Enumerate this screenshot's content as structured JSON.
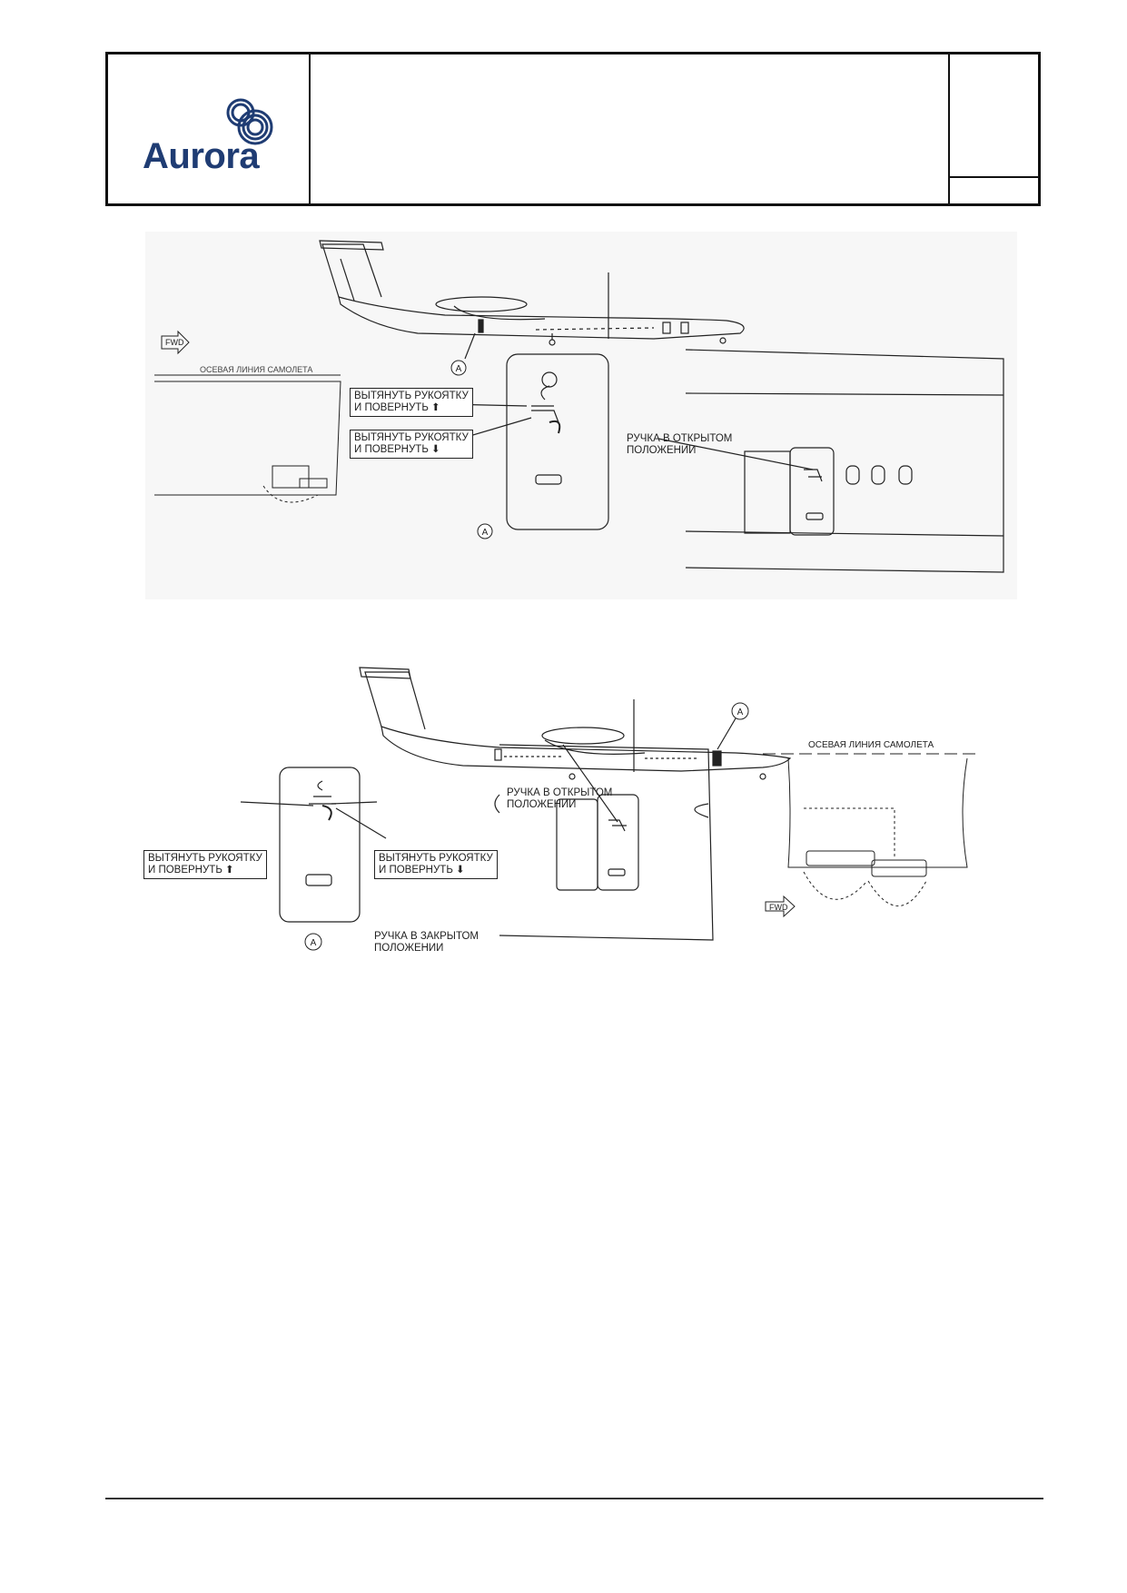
{
  "header": {
    "logo_text": "Aurora",
    "brand_color": "#1f3c73"
  },
  "figure_top": {
    "callout": "A",
    "fwd": "FWD",
    "centerline": "ОСЕВАЯ ЛИНИЯ САМОЛЕТА",
    "pull_up": [
      "ВЫТЯНУТЬ РУКОЯТКУ",
      "И ПОВЕРНУТЬ ⬆"
    ],
    "pull_down": [
      "ВЫТЯНУТЬ РУКОЯТКУ",
      "И ПОВЕРНУТЬ ⬇"
    ],
    "handle_open": [
      "РУЧКА В ОТКРЫТОМ",
      "ПОЛОЖЕНИИ"
    ]
  },
  "figure_bottom": {
    "callout": "A",
    "fwd": "FWD",
    "centerline": "ОСЕВАЯ ЛИНИЯ САМОЛЕТА",
    "pull_up": [
      "ВЫТЯНУТЬ РУКОЯТКУ",
      "И ПОВЕРНУТЬ ⬆"
    ],
    "pull_down": [
      "ВЫТЯНУТЬ РУКОЯТКУ",
      "И ПОВЕРНУТЬ ⬇"
    ],
    "handle_open": [
      "РУЧКА В ОТКРЫТОМ",
      "ПОЛОЖЕНИИ"
    ],
    "handle_closed": [
      "РУЧКА В ЗАКРЫТОМ",
      "ПОЛОЖЕНИИ"
    ]
  }
}
